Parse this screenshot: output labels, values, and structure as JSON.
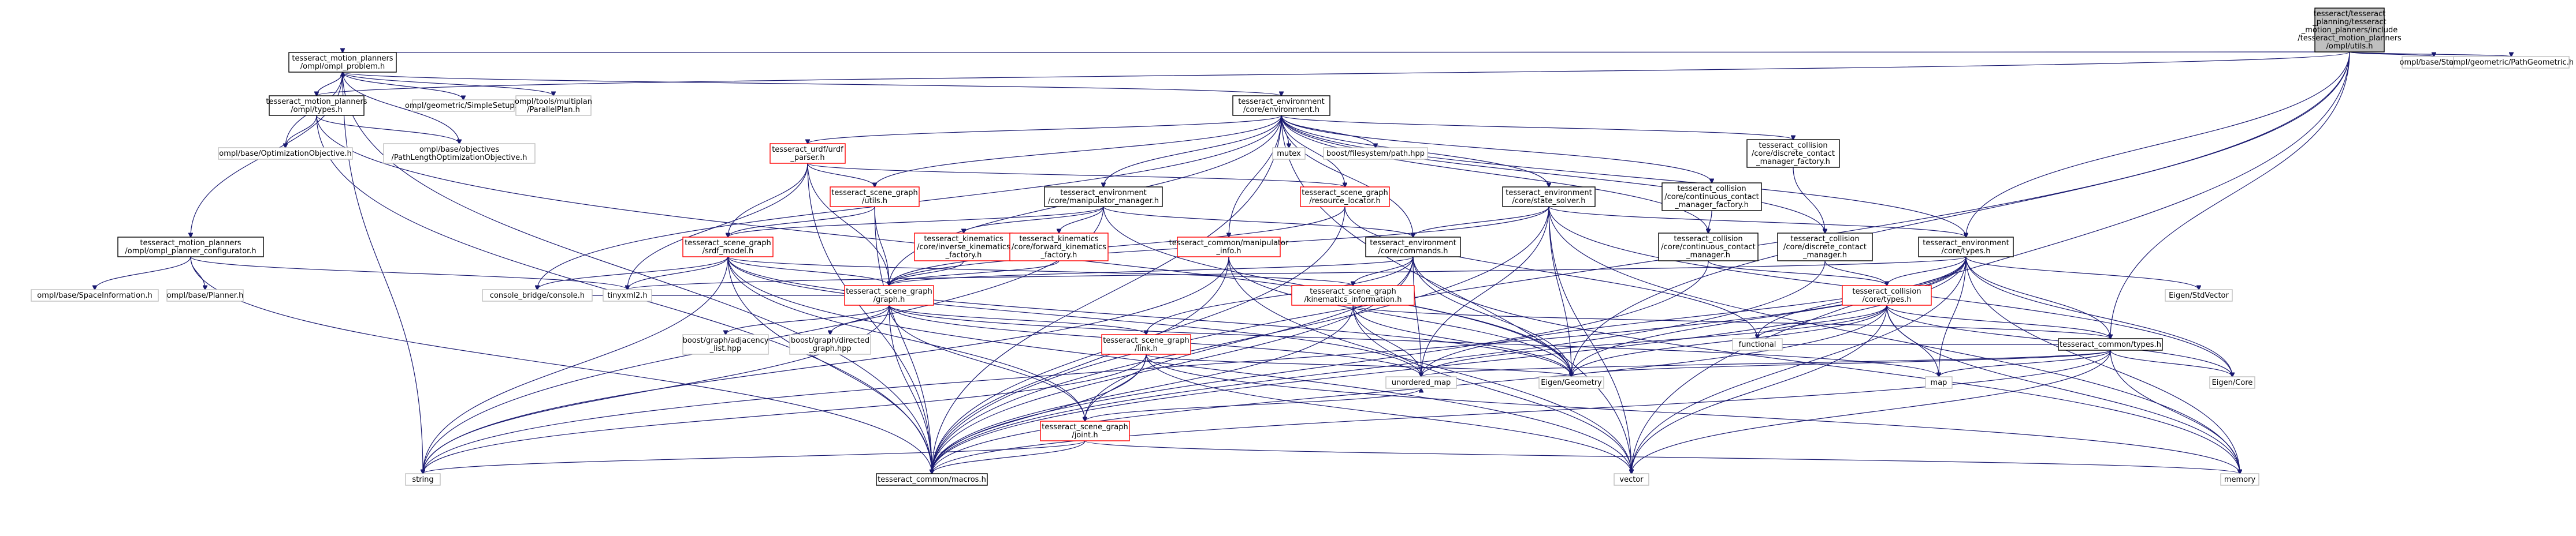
{
  "colors": {
    "edge": "#191970",
    "root_fill": "#bfbfbf",
    "plain_border": "#000000",
    "broken_border": "#ff0000",
    "external_border": "#bfbfbf"
  },
  "graph": {
    "nodes": [
      {
        "id": "root",
        "style": "root",
        "lines": [
          "tesseract/tesseract",
          "_planning/tesseract",
          "_motion_planners/include",
          "/tesseract_motion_planners",
          "/ompl/utils.h"
        ]
      },
      {
        "id": "ompl_problem",
        "style": "plain",
        "lines": [
          "tesseract_motion_planners",
          "/ompl/ompl_problem.h"
        ]
      },
      {
        "id": "ompl_types",
        "style": "plain",
        "lines": [
          "tesseract_motion_planners",
          "/ompl/types.h"
        ]
      },
      {
        "id": "base_state",
        "style": "external",
        "lines": [
          "ompl/base/State.h"
        ]
      },
      {
        "id": "path_geometric",
        "style": "external",
        "lines": [
          "ompl/geometric/PathGeometric.h"
        ]
      },
      {
        "id": "simple_setup",
        "style": "external",
        "lines": [
          "ompl/geometric/SimpleSetup.h"
        ]
      },
      {
        "id": "parallel_plan",
        "style": "external",
        "lines": [
          "ompl/tools/multiplan",
          "/ParallelPlan.h"
        ]
      },
      {
        "id": "environment",
        "style": "plain",
        "lines": [
          "tesseract_environment",
          "/core/environment.h"
        ]
      },
      {
        "id": "opt_objective",
        "style": "external",
        "lines": [
          "ompl/base/OptimizationObjective.h"
        ]
      },
      {
        "id": "path_length_obj",
        "style": "external",
        "lines": [
          "ompl/base/objectives",
          "/PathLengthOptimizationObjective.h"
        ]
      },
      {
        "id": "urdf_parser",
        "style": "broken",
        "lines": [
          "tesseract_urdf/urdf",
          "_parser.h"
        ]
      },
      {
        "id": "mutex",
        "style": "external",
        "lines": [
          "mutex"
        ]
      },
      {
        "id": "boost_fs_path",
        "style": "external",
        "lines": [
          "boost/filesystem/path.hpp"
        ]
      },
      {
        "id": "dcm_factory",
        "style": "plain",
        "lines": [
          "tesseract_collision",
          "/core/discrete_contact",
          "_manager_factory.h"
        ]
      },
      {
        "id": "sg_utils",
        "style": "broken",
        "lines": [
          "tesseract_scene_graph",
          "/utils.h"
        ]
      },
      {
        "id": "manipulator_manager",
        "style": "plain",
        "lines": [
          "tesseract_environment",
          "/core/manipulator_manager.h"
        ]
      },
      {
        "id": "resource_locator",
        "style": "broken",
        "lines": [
          "tesseract_scene_graph",
          "/resource_locator.h"
        ]
      },
      {
        "id": "state_solver",
        "style": "plain",
        "lines": [
          "tesseract_environment",
          "/core/state_solver.h"
        ]
      },
      {
        "id": "ccm_factory",
        "style": "plain",
        "lines": [
          "tesseract_collision",
          "/core/continuous_contact",
          "_manager_factory.h"
        ]
      },
      {
        "id": "planner_configurator",
        "style": "plain",
        "lines": [
          "tesseract_motion_planners",
          "/ompl/ompl_planner_configurator.h"
        ]
      },
      {
        "id": "srdf_model",
        "style": "broken",
        "lines": [
          "tesseract_scene_graph",
          "/srdf_model.h"
        ]
      },
      {
        "id": "inverse_kin",
        "style": "broken",
        "lines": [
          "tesseract_kinematics",
          "/core/inverse_kinematics",
          "_factory.h"
        ]
      },
      {
        "id": "forward_kin",
        "style": "broken",
        "lines": [
          "tesseract_kinematics",
          "/core/forward_kinematics",
          "_factory.h"
        ]
      },
      {
        "id": "manipulator_info",
        "style": "broken",
        "lines": [
          "tesseract_common/manipulator",
          "_info.h"
        ]
      },
      {
        "id": "commands",
        "style": "plain",
        "lines": [
          "tesseract_environment",
          "/core/commands.h"
        ]
      },
      {
        "id": "ccm",
        "style": "plain",
        "lines": [
          "tesseract_collision",
          "/core/continuous_contact",
          "_manager.h"
        ]
      },
      {
        "id": "dcm",
        "style": "plain",
        "lines": [
          "tesseract_collision",
          "/core/discrete_contact",
          "_manager.h"
        ]
      },
      {
        "id": "env_types",
        "style": "plain",
        "lines": [
          "tesseract_environment",
          "/core/types.h"
        ]
      },
      {
        "id": "space_information",
        "style": "external",
        "lines": [
          "ompl/base/SpaceInformation.h"
        ]
      },
      {
        "id": "base_planner",
        "style": "external",
        "lines": [
          "ompl/base/Planner.h"
        ]
      },
      {
        "id": "console",
        "style": "external",
        "lines": [
          "console_bridge/console.h"
        ]
      },
      {
        "id": "tinyxml2",
        "style": "external",
        "lines": [
          "tinyxml2.h"
        ]
      },
      {
        "id": "sg_graph",
        "style": "broken",
        "lines": [
          "tesseract_scene_graph",
          "/graph.h"
        ]
      },
      {
        "id": "kinematics_info",
        "style": "broken",
        "lines": [
          "tesseract_scene_graph",
          "/kinematics_information.h"
        ]
      },
      {
        "id": "coll_types",
        "style": "broken",
        "lines": [
          "tesseract_collision",
          "/core/types.h"
        ]
      },
      {
        "id": "std_vector",
        "style": "external",
        "lines": [
          "Eigen/StdVector"
        ]
      },
      {
        "id": "boost_adjacency",
        "style": "external",
        "lines": [
          "boost/graph/adjacency",
          "_list.hpp"
        ]
      },
      {
        "id": "boost_directed",
        "style": "external",
        "lines": [
          "boost/graph/directed",
          "_graph.hpp"
        ]
      },
      {
        "id": "sg_link",
        "style": "broken",
        "lines": [
          "tesseract_scene_graph",
          "/link.h"
        ]
      },
      {
        "id": "functional",
        "style": "external",
        "lines": [
          "functional"
        ]
      },
      {
        "id": "common_types",
        "style": "plain",
        "lines": [
          "tesseract_common/types.h"
        ]
      },
      {
        "id": "unordered_map",
        "style": "external",
        "lines": [
          "unordered_map"
        ]
      },
      {
        "id": "eigen_geometry",
        "style": "external",
        "lines": [
          "Eigen/Geometry"
        ]
      },
      {
        "id": "map",
        "style": "external",
        "lines": [
          "map"
        ]
      },
      {
        "id": "eigen_core",
        "style": "external",
        "lines": [
          "Eigen/Core"
        ]
      },
      {
        "id": "sg_joint",
        "style": "broken",
        "lines": [
          "tesseract_scene_graph",
          "/joint.h"
        ]
      },
      {
        "id": "string",
        "style": "external",
        "lines": [
          "string"
        ]
      },
      {
        "id": "macros",
        "style": "plain",
        "lines": [
          "tesseract_common/macros.h"
        ]
      },
      {
        "id": "vector",
        "style": "external",
        "lines": [
          "vector"
        ]
      },
      {
        "id": "memory",
        "style": "external",
        "lines": [
          "memory"
        ]
      }
    ],
    "edges": [
      [
        "root",
        "ompl_problem"
      ],
      [
        "root",
        "ompl_types"
      ],
      [
        "root",
        "base_state"
      ],
      [
        "root",
        "path_geometric"
      ],
      [
        "root",
        "env_types"
      ],
      [
        "root",
        "common_types"
      ],
      [
        "root",
        "eigen_geometry"
      ],
      [
        "root",
        "vector"
      ],
      [
        "root",
        "macros"
      ],
      [
        "ompl_problem",
        "ompl_types"
      ],
      [
        "ompl_problem",
        "simple_setup"
      ],
      [
        "ompl_problem",
        "parallel_plan"
      ],
      [
        "ompl_problem",
        "environment"
      ],
      [
        "ompl_problem",
        "opt_objective"
      ],
      [
        "ompl_problem",
        "path_length_obj"
      ],
      [
        "ompl_problem",
        "planner_configurator"
      ],
      [
        "ompl_problem",
        "string"
      ],
      [
        "ompl_problem",
        "macros"
      ],
      [
        "ompl_types",
        "ompl_problem"
      ],
      [
        "ompl_types",
        "opt_objective"
      ],
      [
        "ompl_types",
        "path_length_obj"
      ],
      [
        "ompl_types",
        "eigen_geometry"
      ],
      [
        "ompl_types",
        "macros"
      ],
      [
        "environment",
        "urdf_parser"
      ],
      [
        "environment",
        "mutex"
      ],
      [
        "environment",
        "boost_fs_path"
      ],
      [
        "environment",
        "dcm_factory"
      ],
      [
        "environment",
        "sg_utils"
      ],
      [
        "environment",
        "manipulator_manager"
      ],
      [
        "environment",
        "resource_locator"
      ],
      [
        "environment",
        "state_solver"
      ],
      [
        "environment",
        "ccm_factory"
      ],
      [
        "environment",
        "commands"
      ],
      [
        "environment",
        "env_types"
      ],
      [
        "environment",
        "dcm"
      ],
      [
        "environment",
        "ccm"
      ],
      [
        "environment",
        "manipulator_info"
      ],
      [
        "environment",
        "console"
      ],
      [
        "environment",
        "macros"
      ],
      [
        "environment",
        "sg_graph"
      ],
      [
        "environment",
        "vector"
      ],
      [
        "urdf_parser",
        "sg_utils"
      ],
      [
        "urdf_parser",
        "resource_locator"
      ],
      [
        "urdf_parser",
        "srdf_model"
      ],
      [
        "urdf_parser",
        "sg_graph"
      ],
      [
        "urdf_parser",
        "tinyxml2"
      ],
      [
        "urdf_parser",
        "macros"
      ],
      [
        "dcm_factory",
        "dcm"
      ],
      [
        "ccm_factory",
        "ccm"
      ],
      [
        "sg_utils",
        "srdf_model"
      ],
      [
        "sg_utils",
        "sg_graph"
      ],
      [
        "sg_utils",
        "macros"
      ],
      [
        "manipulator_manager",
        "inverse_kin"
      ],
      [
        "manipulator_manager",
        "forward_kin"
      ],
      [
        "manipulator_manager",
        "srdf_model"
      ],
      [
        "manipulator_manager",
        "commands"
      ],
      [
        "manipulator_manager",
        "eigen_geometry"
      ],
      [
        "manipulator_manager",
        "string"
      ],
      [
        "resource_locator",
        "sg_graph"
      ],
      [
        "resource_locator",
        "functional"
      ],
      [
        "resource_locator",
        "macros"
      ],
      [
        "state_solver",
        "commands"
      ],
      [
        "state_solver",
        "env_types"
      ],
      [
        "state_solver",
        "sg_graph"
      ],
      [
        "state_solver",
        "eigen_geometry"
      ],
      [
        "state_solver",
        "unordered_map"
      ],
      [
        "state_solver",
        "vector"
      ],
      [
        "state_solver",
        "memory"
      ],
      [
        "state_solver",
        "eigen_core"
      ],
      [
        "state_solver",
        "macros"
      ],
      [
        "planner_configurator",
        "space_information"
      ],
      [
        "planner_configurator",
        "base_planner"
      ],
      [
        "planner_configurator",
        "tinyxml2"
      ],
      [
        "planner_configurator",
        "macros"
      ],
      [
        "srdf_model",
        "console"
      ],
      [
        "srdf_model",
        "tinyxml2"
      ],
      [
        "srdf_model",
        "sg_graph"
      ],
      [
        "srdf_model",
        "kinematics_info"
      ],
      [
        "srdf_model",
        "string"
      ],
      [
        "srdf_model",
        "unordered_map"
      ],
      [
        "srdf_model",
        "eigen_geometry"
      ],
      [
        "srdf_model",
        "macros"
      ],
      [
        "srdf_model",
        "vector"
      ],
      [
        "srdf_model",
        "sg_joint"
      ],
      [
        "inverse_kin",
        "sg_graph"
      ],
      [
        "forward_kin",
        "sg_graph"
      ],
      [
        "manipulator_info",
        "macros"
      ],
      [
        "manipulator_info",
        "eigen_geometry"
      ],
      [
        "manipulator_info",
        "vector"
      ],
      [
        "manipulator_info",
        "string"
      ],
      [
        "commands",
        "sg_graph"
      ],
      [
        "commands",
        "kinematics_info"
      ],
      [
        "commands",
        "sg_link"
      ],
      [
        "commands",
        "sg_joint"
      ],
      [
        "commands",
        "eigen_geometry"
      ],
      [
        "commands",
        "memory"
      ],
      [
        "commands",
        "macros"
      ],
      [
        "commands",
        "unordered_map"
      ],
      [
        "ccm",
        "coll_types"
      ],
      [
        "ccm",
        "macros"
      ],
      [
        "dcm",
        "coll_types"
      ],
      [
        "dcm",
        "macros"
      ],
      [
        "env_types",
        "coll_types"
      ],
      [
        "env_types",
        "std_vector"
      ],
      [
        "env_types",
        "common_types"
      ],
      [
        "env_types",
        "functional"
      ],
      [
        "env_types",
        "map"
      ],
      [
        "env_types",
        "eigen_geometry"
      ],
      [
        "env_types",
        "unordered_map"
      ],
      [
        "env_types",
        "eigen_core"
      ],
      [
        "env_types",
        "vector"
      ],
      [
        "env_types",
        "memory"
      ],
      [
        "env_types",
        "macros"
      ],
      [
        "env_types",
        "tinyxml2"
      ],
      [
        "env_types",
        "string"
      ],
      [
        "sg_graph",
        "boost_adjacency"
      ],
      [
        "sg_graph",
        "boost_directed"
      ],
      [
        "sg_graph",
        "sg_link"
      ],
      [
        "sg_graph",
        "sg_joint"
      ],
      [
        "sg_graph",
        "string"
      ],
      [
        "sg_graph",
        "unordered_map"
      ],
      [
        "sg_graph",
        "macros"
      ],
      [
        "sg_graph",
        "console"
      ],
      [
        "sg_graph",
        "map"
      ],
      [
        "kinematics_info",
        "common_types"
      ],
      [
        "kinematics_info",
        "unordered_map"
      ],
      [
        "kinematics_info",
        "vector"
      ],
      [
        "kinematics_info",
        "eigen_geometry"
      ],
      [
        "kinematics_info",
        "macros"
      ],
      [
        "coll_types",
        "common_types"
      ],
      [
        "coll_types",
        "functional"
      ],
      [
        "coll_types",
        "map"
      ],
      [
        "coll_types",
        "eigen_geometry"
      ],
      [
        "coll_types",
        "unordered_map"
      ],
      [
        "coll_types",
        "vector"
      ],
      [
        "coll_types",
        "memory"
      ],
      [
        "coll_types",
        "macros"
      ],
      [
        "coll_types",
        "eigen_core"
      ],
      [
        "sg_link",
        "sg_joint"
      ],
      [
        "sg_link",
        "eigen_geometry"
      ],
      [
        "sg_link",
        "string"
      ],
      [
        "sg_link",
        "vector"
      ],
      [
        "sg_link",
        "macros"
      ],
      [
        "sg_link",
        "memory"
      ],
      [
        "sg_joint",
        "string"
      ],
      [
        "sg_joint",
        "macros"
      ],
      [
        "sg_joint",
        "memory"
      ],
      [
        "sg_joint",
        "unordered_map"
      ],
      [
        "common_types",
        "eigen_core"
      ],
      [
        "common_types",
        "eigen_geometry"
      ],
      [
        "common_types",
        "map"
      ],
      [
        "common_types",
        "unordered_map"
      ],
      [
        "common_types",
        "vector"
      ],
      [
        "common_types",
        "memory"
      ],
      [
        "common_types",
        "macros"
      ],
      [
        "common_types",
        "functional"
      ]
    ]
  }
}
